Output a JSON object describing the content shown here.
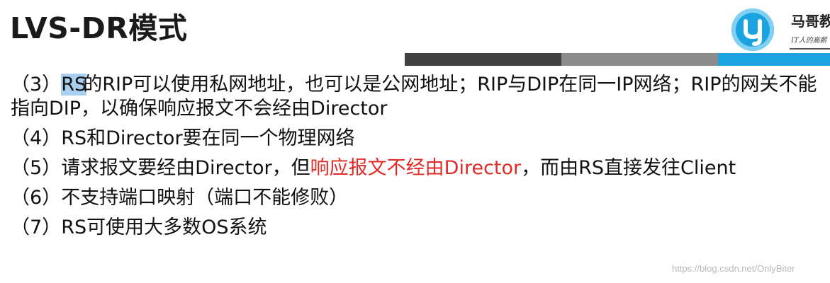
{
  "slide": {
    "title": "LVS-DR模式",
    "logo": {
      "name": "马哥教",
      "tagline": "IT人的高薪"
    },
    "accent_colors": {
      "dark": "#404040",
      "gray": "#8c8c8c",
      "blue": "#1aa3e0",
      "highlight_red": "#e12b26"
    },
    "items": [
      {
        "number": "（3）",
        "highlighted": "RS",
        "text": "的RIP可以使用私网地址，也可以是公网地址；RIP与DIP在同一IP网络；RIP的网关不能指向DIP，以确保响应报文不会经由Director"
      },
      {
        "number": "（4）",
        "text": "RS和Director要在同一个物理网络"
      },
      {
        "number": "（5）",
        "text_before": "请求报文要经由Director，但",
        "text_red": "响应报文不经由Director",
        "text_after": "，而由RS直接发往Client"
      },
      {
        "number": "（6）",
        "text": "不支持端口映射（端口不能修败）"
      },
      {
        "number": "（7）",
        "text": "RS可使用大多数OS系统"
      }
    ],
    "watermark": "https://blog.csdn.net/OnlyBiter"
  }
}
